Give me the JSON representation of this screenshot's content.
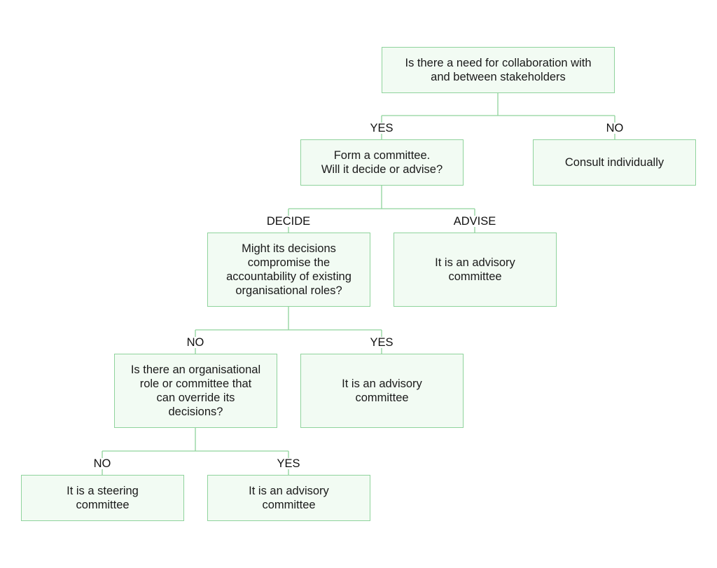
{
  "nodes": {
    "q_collaboration": "Is there a need for collaboration with\nand between stakeholders",
    "consult_individually": "Consult individually",
    "form_committee": "Form a committee.\nWill it decide or advise?",
    "q_accountability": "Might its decisions\ncompromise the\naccountability of existing\norganisational roles?",
    "advisory_1": "It is an advisory\ncommittee",
    "q_override": "Is there an organisational\nrole or committee that\ncan override its\ndecisions?",
    "advisory_2": "It is an advisory\ncommittee",
    "steering": "It is a steering\ncommittee",
    "advisory_3": "It is an advisory\ncommittee"
  },
  "edges": {
    "collab_yes": "YES",
    "collab_no": "NO",
    "committee_decide": "DECIDE",
    "committee_advise": "ADVISE",
    "accountability_no": "NO",
    "accountability_yes": "YES",
    "override_no": "NO",
    "override_yes": "YES"
  },
  "colors": {
    "node_fill": "#f2fbf3",
    "node_border": "#8fd39c",
    "connector": "#8fd39c",
    "text": "#1a1a1a"
  }
}
